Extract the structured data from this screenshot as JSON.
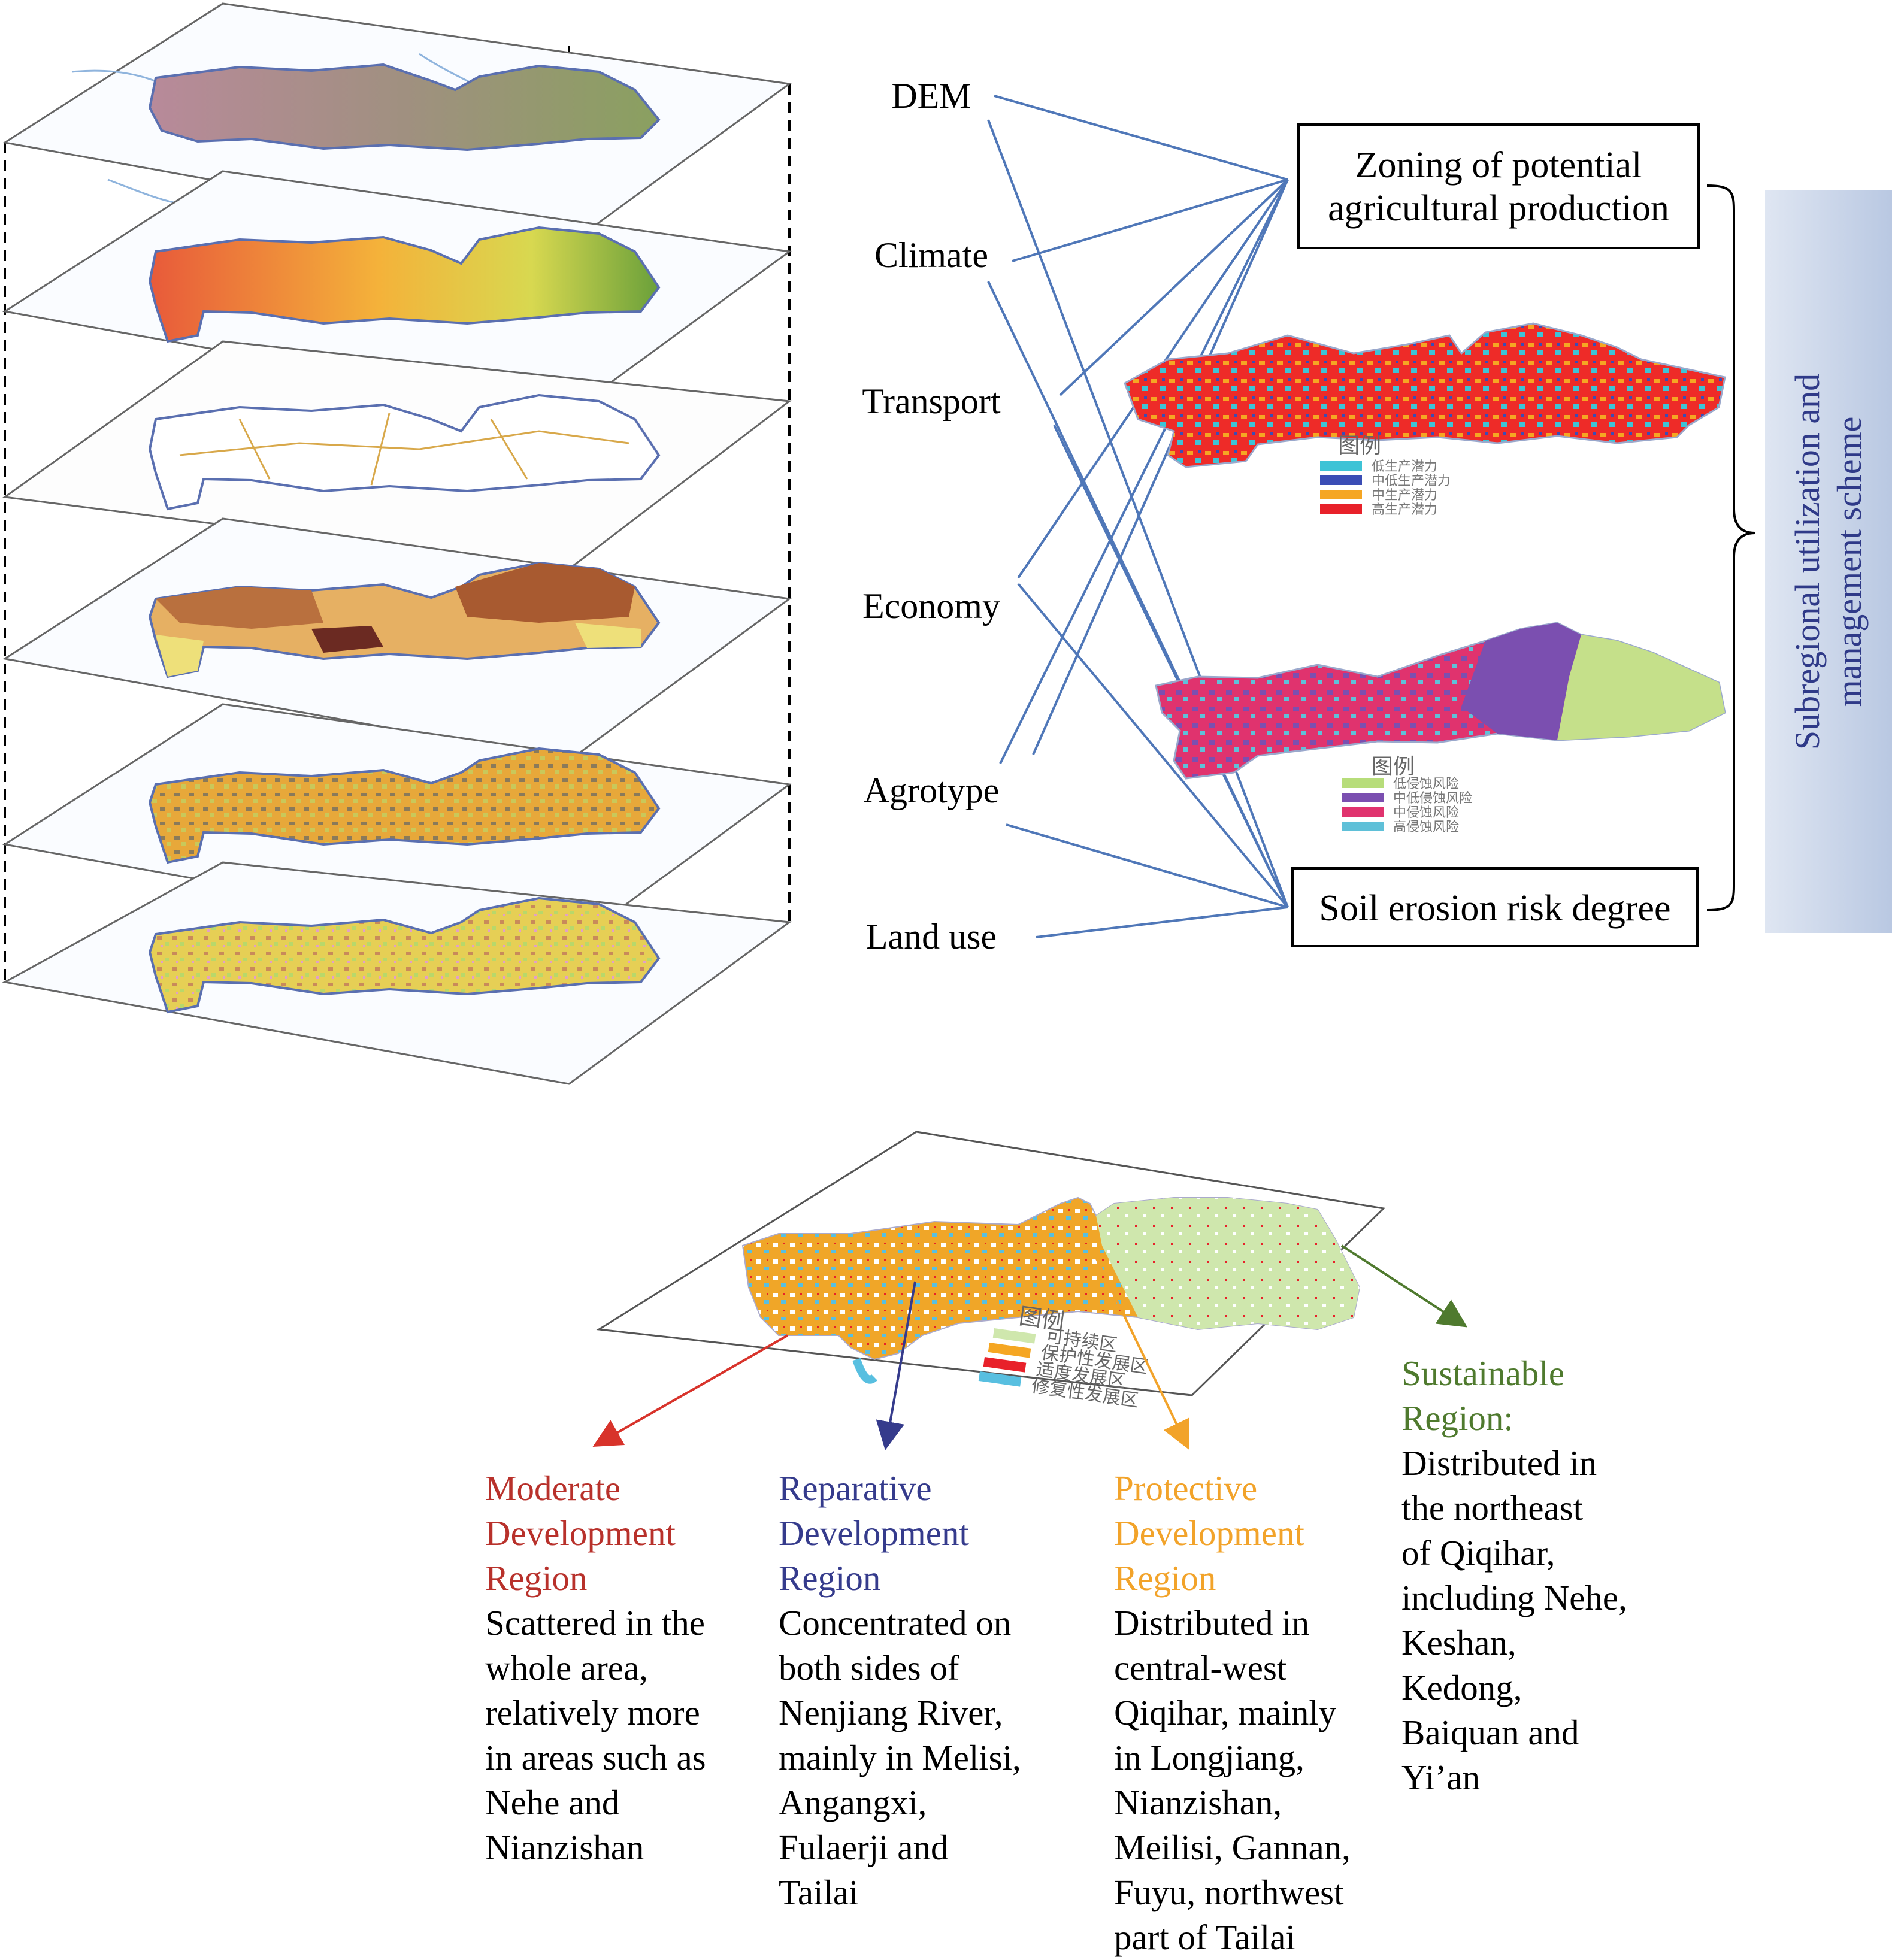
{
  "inputs": [
    {
      "id": "dem",
      "label": "DEM"
    },
    {
      "id": "climate",
      "label": "Climate"
    },
    {
      "id": "transport",
      "label": "Transport"
    },
    {
      "id": "economy",
      "label": "Economy"
    },
    {
      "id": "agrotype",
      "label": "Agrotype"
    },
    {
      "id": "landuse",
      "label": "Land use"
    }
  ],
  "outputs": {
    "zoning": {
      "line1": "Zoning of potential",
      "line2": "agricultural production"
    },
    "erosion": {
      "label": "Soil erosion risk degree"
    }
  },
  "scheme": {
    "line1": "Subregional utilization and",
    "line2": "management scheme"
  },
  "map_legends": {
    "title": "图例",
    "productivity": {
      "title": "图例",
      "items": [
        {
          "label": "低生产潜力",
          "color": "#3ec3d6"
        },
        {
          "label": "中低生产潜力",
          "color": "#3b4db5"
        },
        {
          "label": "中生产潜力",
          "color": "#f5a623"
        },
        {
          "label": "高生产潜力",
          "color": "#e8212a"
        }
      ]
    },
    "erosion": {
      "title": "图例",
      "items": [
        {
          "label": "低侵蚀风险",
          "color": "#b7dd7a"
        },
        {
          "label": "中低侵蚀风险",
          "color": "#7b4fb0"
        },
        {
          "label": "中侵蚀风险",
          "color": "#e0336e"
        },
        {
          "label": "高侵蚀风险",
          "color": "#5fc0d8"
        }
      ]
    },
    "final": {
      "title": "图例",
      "items": [
        {
          "label": "可持续区",
          "color": "#cfe7ad"
        },
        {
          "label": "保护性发展区",
          "color": "#f5a623"
        },
        {
          "label": "适度发展区",
          "color": "#e8212a"
        },
        {
          "label": "修复性发展区",
          "color": "#58bfe0"
        }
      ]
    }
  },
  "regions": [
    {
      "id": "moderate",
      "title": [
        "Moderate",
        "Development",
        "Region"
      ],
      "color": "#b8312b",
      "desc": [
        "Scattered in the",
        "whole area,",
        "relatively more",
        "in areas such as",
        "Nehe and",
        "Nianzishan"
      ]
    },
    {
      "id": "reparative",
      "title": [
        "Reparative",
        "Development",
        "Region"
      ],
      "color": "#353b8c",
      "desc": [
        "Concentrated on",
        "both sides of",
        "Nenjiang River,",
        "mainly in Melisi,",
        "Angangxi,",
        "Fulaerji and",
        "Tailai"
      ]
    },
    {
      "id": "protective",
      "title": [
        "Protective",
        "Development",
        "Region"
      ],
      "color": "#f2a32a",
      "desc": [
        "Distributed in",
        "central-west",
        "Qiqihar, mainly",
        "in Longjiang,",
        "Nianzishan,",
        "Meilisi, Gannan,",
        "Fuyu, northwest",
        "part of Tailai"
      ]
    },
    {
      "id": "sustainable",
      "title": [
        "Sustainable",
        "Region:"
      ],
      "color": "#4f7a2e",
      "desc": [
        "Distributed in",
        "the northeast",
        "of Qiqihar,",
        "including Nehe,",
        "Keshan,",
        "Kedong,",
        "Baiquan and",
        "Yi’an"
      ]
    }
  ],
  "colors": {
    "connector": "#4f77b8",
    "bracket": "#000000",
    "layer_outline": "#555555"
  }
}
